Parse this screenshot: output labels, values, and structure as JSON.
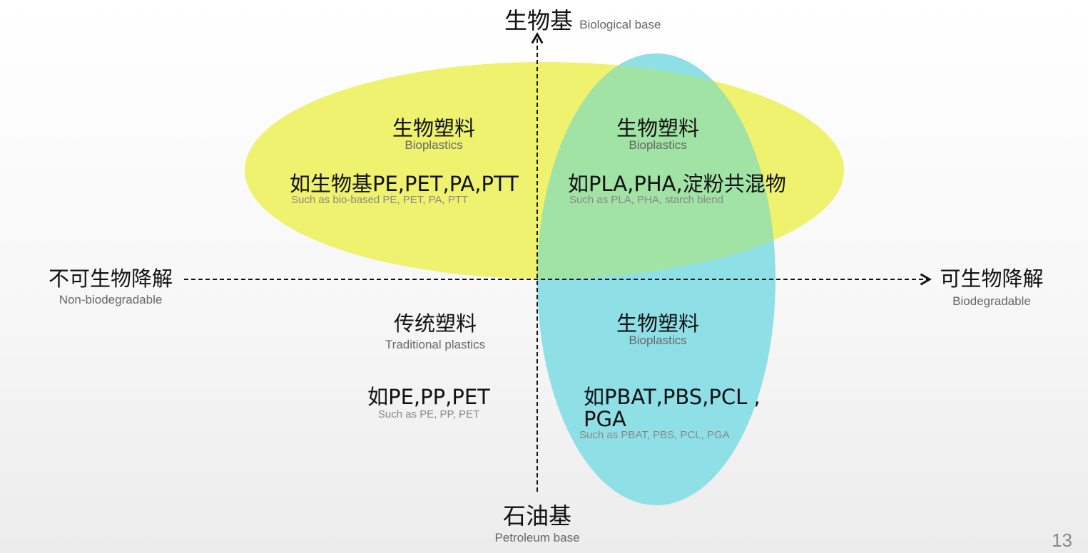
{
  "axes": {
    "top": {
      "zh": "生物基",
      "en": "Biological base"
    },
    "bottom": {
      "zh": "石油基",
      "en": "Petroleum base"
    },
    "left": {
      "zh": "不可生物降解",
      "en": "Non-biodegradable"
    },
    "right": {
      "zh": "可生物降解",
      "en": "Biodegradable"
    }
  },
  "quadrants": {
    "top_left": {
      "title_zh": "生物塑料",
      "title_en": "Bioplastics",
      "example_zh": "如生物基PE,PET,PA,PTT",
      "example_en": "Such as bio-based PE, PET, PA, PTT"
    },
    "top_right": {
      "title_zh": "生物塑料",
      "title_en": "Bioplastics",
      "example_zh": "如PLA,PHA,淀粉共混物",
      "example_en": "Such as PLA, PHA, starch blend"
    },
    "bottom_left": {
      "title_zh": "传统塑料",
      "title_en": "Traditional plastics",
      "example_zh": "如PE,PP,PET",
      "example_en": "Such as PE, PP, PET"
    },
    "bottom_right": {
      "title_zh": "生物塑料",
      "title_en": "Bioplastics",
      "example_zh_line1": "如PBAT,PBS,PCL ,",
      "example_zh_line2": "PGA",
      "example_en": "Such as PBAT, PBS, PCL, PGA"
    }
  },
  "colors": {
    "biobased_ellipse": "#eef26e",
    "biodegradable_ellipse": "#8fdfe6",
    "overlap": "#a0e3a4"
  },
  "page_number": "13"
}
